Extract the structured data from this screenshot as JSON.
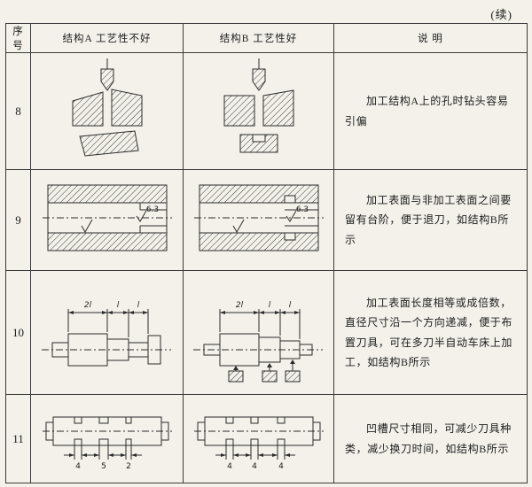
{
  "page": {
    "continued": "(续)"
  },
  "table": {
    "headers": {
      "no": "序 号",
      "a": "结构A 工艺性不好",
      "b": "结构B 工艺性好",
      "desc": "说    明"
    },
    "rows": [
      {
        "no": "8",
        "desc": "加工结构A上的孔时钻头容易引偏"
      },
      {
        "no": "9",
        "desc": "加工表面与非加工表面之间要留有台阶，便于退刀，如结构B所示"
      },
      {
        "no": "10",
        "desc": "加工表面长度相等或成倍数，直径尺寸沿一个方向递减，便于布置刀具，可在多刀半自动车床上加工，如结构B所示"
      },
      {
        "no": "11",
        "desc": "凹槽尺寸相同，可减少刀具种类，减少换刀时间，如结构B所示"
      }
    ],
    "labels": {
      "finish9": "6.3",
      "dim10": [
        "2l",
        "l",
        "l"
      ],
      "dim11a": [
        "4",
        "5",
        "2"
      ],
      "dim11b": [
        "4",
        "4",
        "4"
      ]
    }
  }
}
